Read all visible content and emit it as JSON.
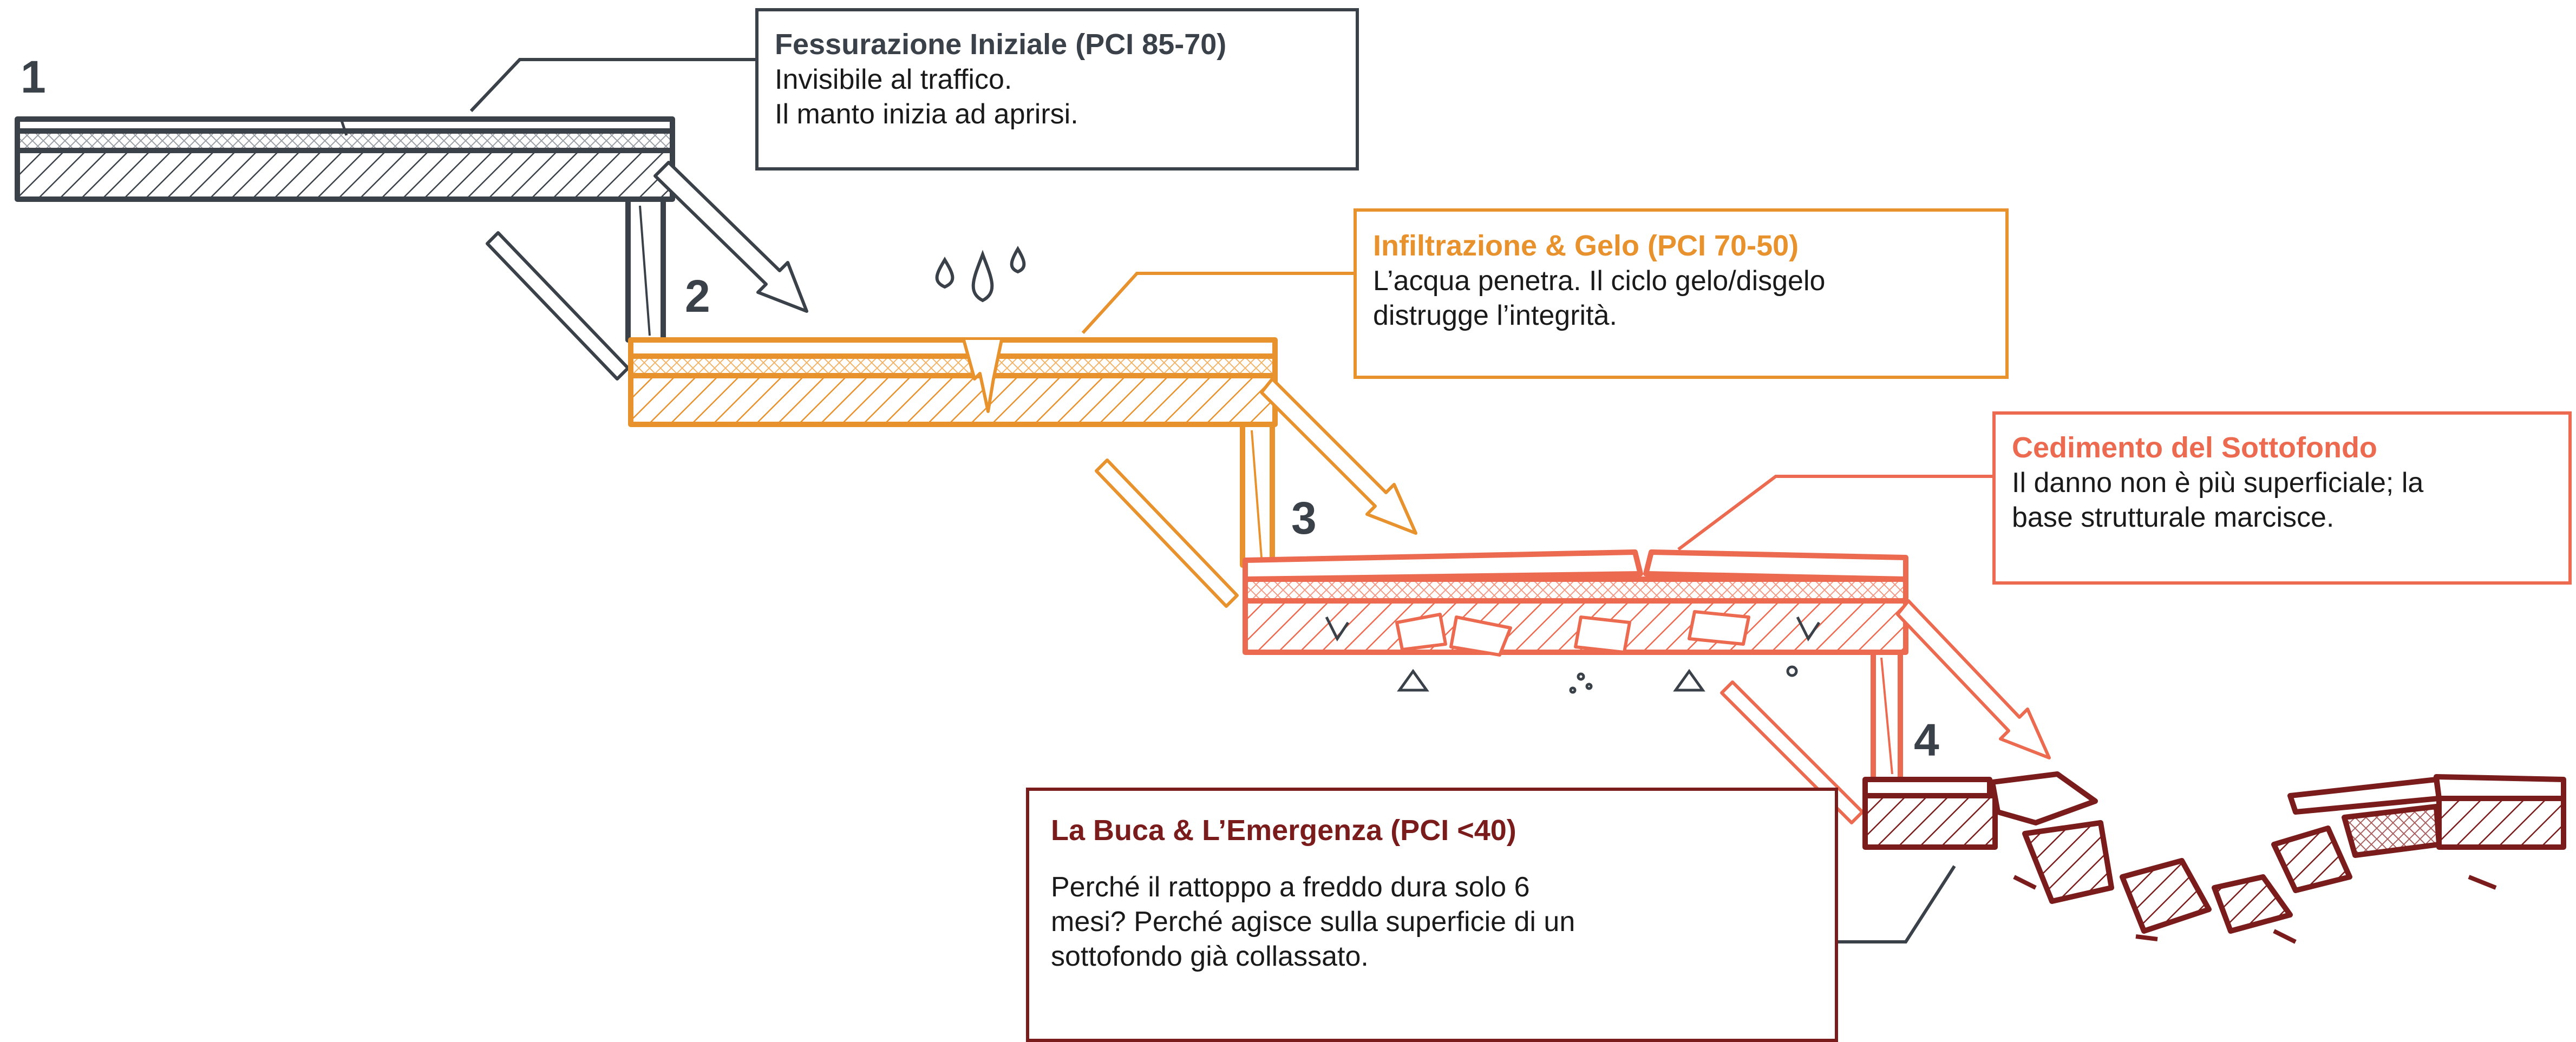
{
  "colors": {
    "stage1": "#3a4149",
    "stage2": "#e8922d",
    "stage3": "#ec6a4f",
    "stage4": "#7a1c1c",
    "stage2_light": "#f5c07a",
    "stage3_light": "#f5a090",
    "stage4_light": "#b07070"
  },
  "stages": [
    {
      "number": "1",
      "title": "Fessurazione Iniziale (PCI 85-70)",
      "lines": [
        "Invisibile al traffico.",
        "Il manto inizia ad aprirsi."
      ]
    },
    {
      "number": "2",
      "title": "Infiltrazione & Gelo (PCI 70-50)",
      "lines": [
        "L’acqua penetra. Il ciclo gelo/disgelo",
        "distrugge l’integrità."
      ]
    },
    {
      "number": "3",
      "title": "Cedimento del Sottofondo",
      "lines": [
        "Il danno non è più superficiale; la",
        "base strutturale marcisce."
      ]
    },
    {
      "number": "4",
      "title": "La Buca & L’Emergenza (PCI <40)",
      "lines": [
        "Perché il rattoppo a freddo dura solo 6",
        "mesi? Perché agisce sulla superficie di un",
        "sottofondo già collassato."
      ]
    }
  ],
  "icons": [
    "water-drops-icon",
    "debris-icon",
    "down-arrow-icon",
    "hatched-layer-icon"
  ]
}
